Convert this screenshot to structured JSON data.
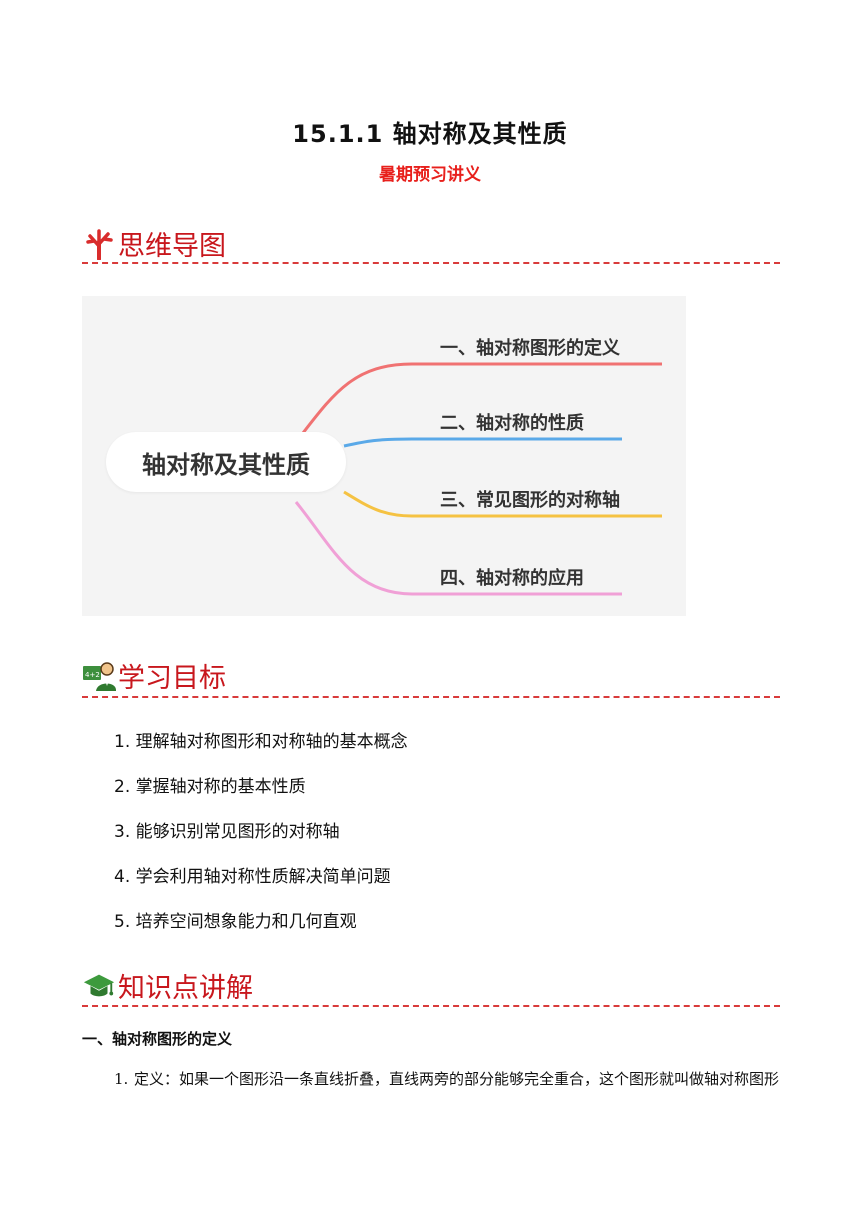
{
  "doc": {
    "title": "15.1.1  轴对称及其性质",
    "subtitle": "暑期预习讲义"
  },
  "sections": {
    "mindmap_heading": "思维导图",
    "goals_heading": "学习目标",
    "knowledge_heading": "知识点讲解"
  },
  "mindmap": {
    "center": "轴对称及其性质",
    "branches": [
      {
        "label": "一、轴对称图形的定义",
        "color": "#f07272"
      },
      {
        "label": "二、轴对称的性质",
        "color": "#5aa9e8"
      },
      {
        "label": "三、常见图形的对称轴",
        "color": "#f5c242"
      },
      {
        "label": "四、轴对称的应用",
        "color": "#f0a0d6"
      }
    ]
  },
  "goals": [
    "1. 理解轴对称图形和对称轴的基本概念",
    "2. 掌握轴对称的基本性质",
    "3. 能够识别常见图形的对称轴",
    "4. 学会利用轴对称性质解决简单问题",
    "5. 培养空间想象能力和几何直观"
  ],
  "knowledge": {
    "subheading": "一、轴对称图形的定义",
    "items": [
      {
        "num": "1.",
        "text": "定义：如果一个图形沿一条直线折叠，直线两旁的部分能够完全重合，这个图形就叫做轴对称图形"
      }
    ]
  },
  "colors": {
    "accent_red": "#c8171d",
    "subtitle_red": "#e8201c",
    "divider": "#d93b3b"
  },
  "icons": {
    "mindmap": "tree-icon",
    "goals": "teacher-icon",
    "knowledge": "graduation-cap-icon"
  }
}
